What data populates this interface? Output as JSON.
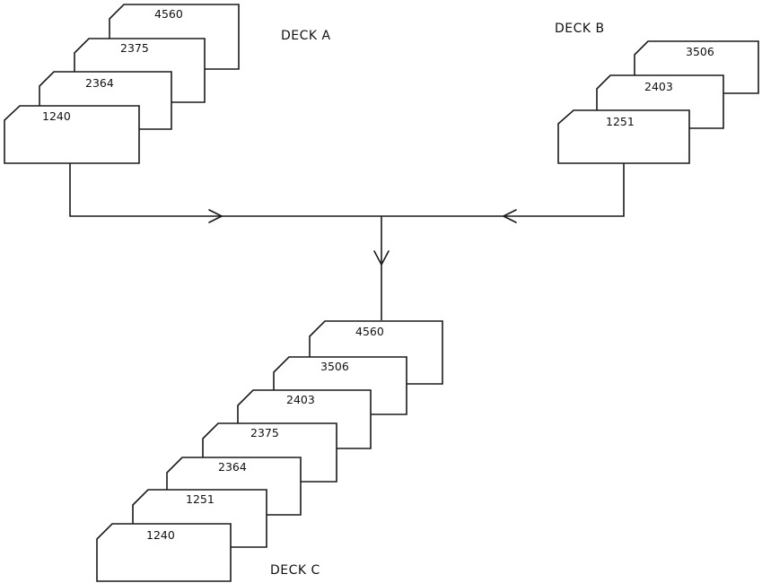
{
  "decks": {
    "a": {
      "title": "DECK A",
      "cards": [
        "4560",
        "2375",
        "2364",
        "1240"
      ]
    },
    "b": {
      "title": "DECK B",
      "cards": [
        "3506",
        "2403",
        "1251"
      ]
    },
    "c": {
      "title": "DECK C",
      "cards": [
        "4560",
        "3506",
        "2403",
        "2375",
        "2364",
        "1251",
        "1240"
      ]
    }
  }
}
